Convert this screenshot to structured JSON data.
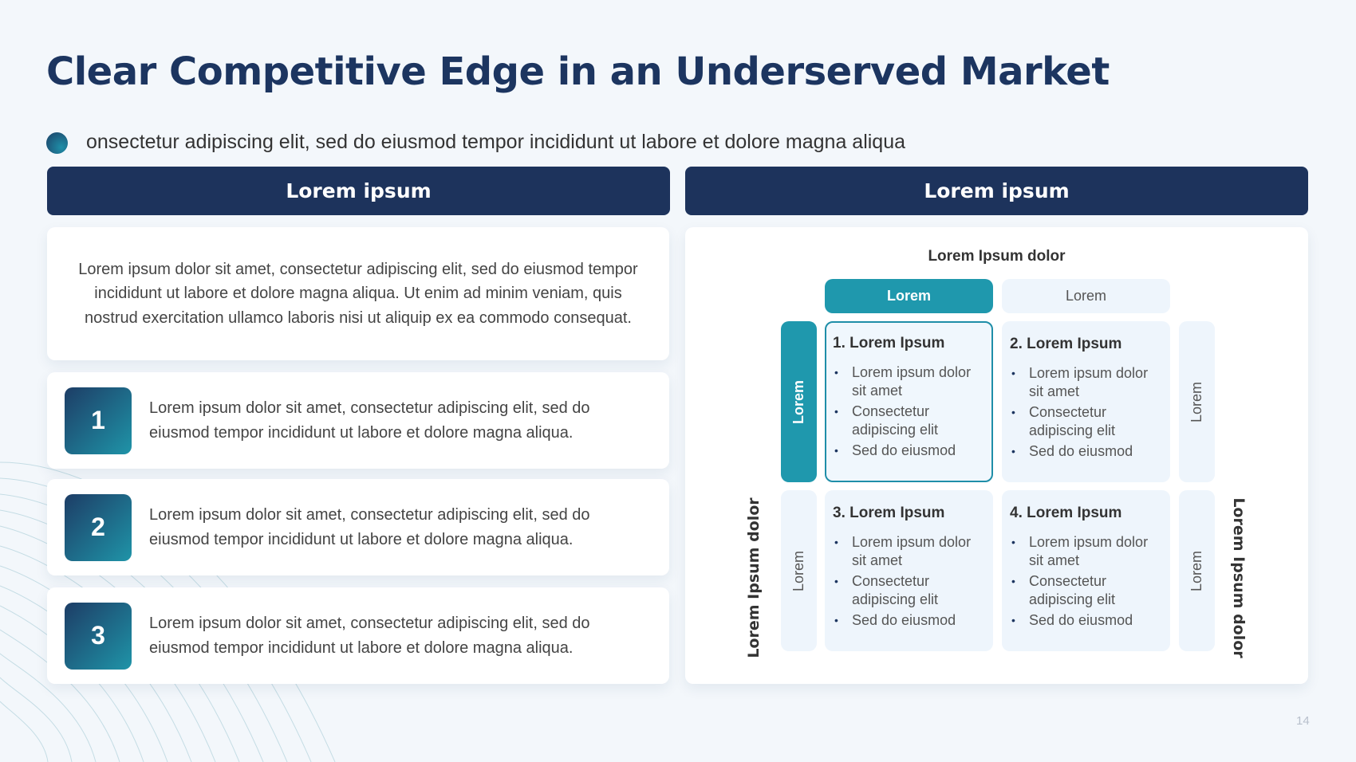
{
  "title": "Clear Competitive Edge in an Underserved Market",
  "subtitle": "onsectetur adipiscing elit, sed do eiusmod tempor incididunt ut labore et dolore magna aliqua",
  "left": {
    "header": "Lorem ipsum",
    "intro": "Lorem ipsum dolor sit amet, consectetur adipiscing elit, sed do eiusmod tempor incididunt ut labore et dolore magna aliqua. Ut enim ad minim veniam, quis nostrud exercitation ullamco laboris nisi ut aliquip ex ea commodo consequat.",
    "items": [
      {
        "num": "1",
        "text": "Lorem ipsum dolor sit amet, consectetur adipiscing elit, sed do eiusmod tempor incididunt ut labore et dolore magna aliqua."
      },
      {
        "num": "2",
        "text": "Lorem ipsum dolor sit amet, consectetur adipiscing elit, sed do eiusmod tempor incididunt ut labore et dolore magna aliqua."
      },
      {
        "num": "3",
        "text": "Lorem ipsum dolor sit amet, consectetur adipiscing elit, sed do eiusmod tempor incididunt ut labore et dolore magna aliqua."
      }
    ]
  },
  "right": {
    "header": "Lorem ipsum",
    "matrix": {
      "top_label": "Lorem Ipsum dolor",
      "left_label": "Lorem Ipsum dolor",
      "right_label": "Lorem Ipsum dolor",
      "columns": [
        "Lorem",
        "Lorem"
      ],
      "rows": [
        "Lorem",
        "Lorem"
      ],
      "right_rows": [
        "Lorem",
        "Lorem"
      ],
      "cells": [
        {
          "title": "1. Lorem Ipsum",
          "bullets": [
            "Lorem ipsum dolor sit amet",
            "Consectetur adipiscing elit",
            "Sed do eiusmod"
          ]
        },
        {
          "title": "2. Lorem Ipsum",
          "bullets": [
            "Lorem ipsum dolor sit amet",
            "Consectetur adipiscing elit",
            "Sed do eiusmod"
          ]
        },
        {
          "title": "3. Lorem Ipsum",
          "bullets": [
            "Lorem ipsum dolor sit amet",
            "Consectetur adipiscing elit",
            "Sed do eiusmod"
          ]
        },
        {
          "title": "4. Lorem Ipsum",
          "bullets": [
            "Lorem ipsum dolor sit amet",
            "Consectetur adipiscing elit",
            "Sed do eiusmod"
          ]
        }
      ]
    }
  },
  "page_number": "14",
  "colors": {
    "navy": "#1d335c",
    "teal": "#1f98ad"
  }
}
